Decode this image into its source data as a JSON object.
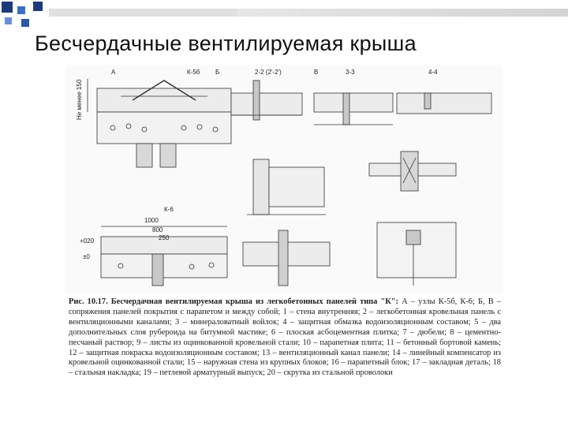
{
  "slide": {
    "title": "Бесчердачные вентилируемая крыша"
  },
  "figure": {
    "panel_labels": {
      "a": "А",
      "b": "Б",
      "v": "В",
      "k5b": "К-5б",
      "k6": "К-6",
      "sec_2_2": "2-2 (2'-2')",
      "sec_3_3": "3-3",
      "sec_4_4": "4-4"
    },
    "dims": {
      "d1000": "1000",
      "d800": "800",
      "d250": "250",
      "d0": "±0",
      "d020": "+020",
      "d150": "Не менее 150"
    }
  },
  "caption": {
    "lead": "Рис. 10.17. Бесчердачная вентилируемая крыша из легкобетонных панелей типа \"К\":",
    "body": " А – узлы К-5б, К-6; Б, В – сопряжения панелей покрытия с парапетом и между собой; 1 – стена внутренняя; 2 – легкобетонная кровельная панель с вентиляционными каналами; 3 – минераловатный войлок; 4 – защитная обмазка водоизоляционным составом; 5 – два дополнительных слоя рубероида на битумной мастике; 6 – плоская асбоцементная плитка; 7 – дюбели; 8 – цементно-песчаный раствор; 9 – листы из оцинкованной кровельной стали; 10 – парапетная плита; 11 – бетонный бортовой камень; 12 – защитная покраска водоизоляционным составом; 13 – вентиляционный канал панели; 14 – линейный компенсатор из кровельной оцинкованной стали; 15 – наружная стена из крупных блоков; 16 – парапетный блок; 17 – закладная деталь; 18 – стальная накладка; 19 – петлевой арматурный выпуск; 20 – скрутка из стальной проволоки"
  }
}
